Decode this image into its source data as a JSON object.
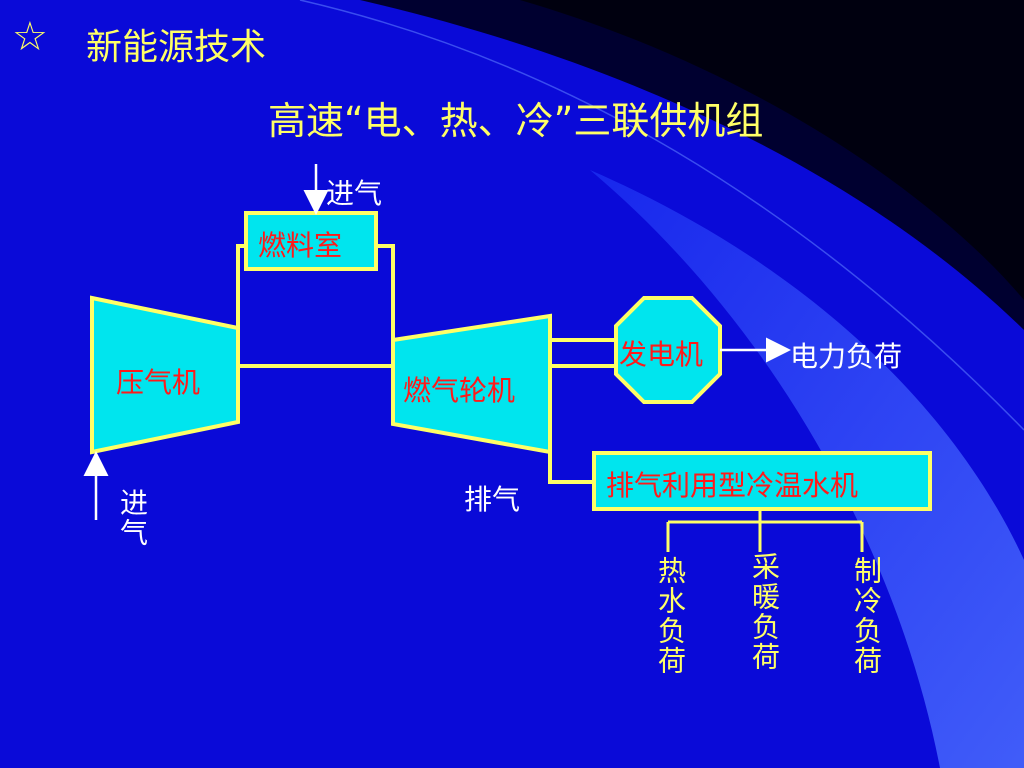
{
  "header": {
    "star": "☆",
    "title": "新能源技术",
    "subtitle": "高速“电、热、冷”三联供机组"
  },
  "diagram": {
    "intake_top": "进气",
    "combustor": "燃料室",
    "compressor": "压气机",
    "turbine": "燃气轮机",
    "generator": "发电机",
    "power_load": "电力负荷",
    "exhaust": "排气",
    "chiller": "排气利用型冷温水机",
    "intake_bottom": "进气",
    "loads": [
      "热水负荷",
      "采暖负荷",
      "制冷负荷"
    ]
  },
  "colors": {
    "background": "#0a0ad8",
    "cyan_fill": "#00e5ee",
    "outline": "#ffff66",
    "label_red": "#ff1a1a",
    "text": "#ffffff"
  }
}
